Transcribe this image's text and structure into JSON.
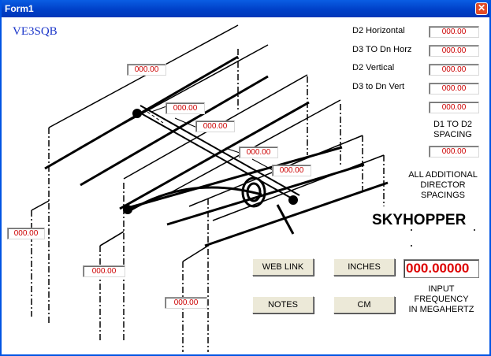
{
  "window": {
    "title": "Form1",
    "close_glyph": "✕"
  },
  "callsign": "VE3SQB",
  "labels": {
    "d2_horizontal": "D2 Horizontal",
    "d3_to_dn_horz": "D3 TO Dn Horz",
    "d2_vertical": "D2 Vertical",
    "d3_to_dn_vert": "D3 to Dn Vert",
    "d1_to_d2_spacing_1": "D1 TO D2",
    "d1_to_d2_spacing_2": "SPACING",
    "additional_1": "ALL ADDITIONAL",
    "additional_2": "DIRECTOR",
    "additional_3": "SPACINGS",
    "freq_1": "INPUT",
    "freq_2": "FREQUENCY",
    "freq_3": "IN MEGAHERTZ"
  },
  "brand": "SKYHOPPER",
  "fields": {
    "d2_horizontal": "000.00",
    "d3_dn_horz": "000.00",
    "d2_vertical": "000.00",
    "d3_dn_vert": "000.00",
    "extra": "000.00",
    "d1_d2_spacing": "000.00",
    "frequency": "000.00000"
  },
  "diagram_values": {
    "top_length": "000.00",
    "spacing_1": "000.00",
    "spacing_2": "000.00",
    "spacing_3": "000.00",
    "spacing_4": "000.00",
    "left_height": "000.00",
    "mid_height": "000.00",
    "low_height": "000.00"
  },
  "buttons": {
    "web_link": "WEB LINK",
    "inches": "INCHES",
    "notes": "NOTES",
    "cm": "CM"
  },
  "colors": {
    "titlebar": "#0a5de3",
    "value_text": "#cc0000",
    "callsign": "#1a35c9",
    "button_face": "#ece9d8"
  }
}
